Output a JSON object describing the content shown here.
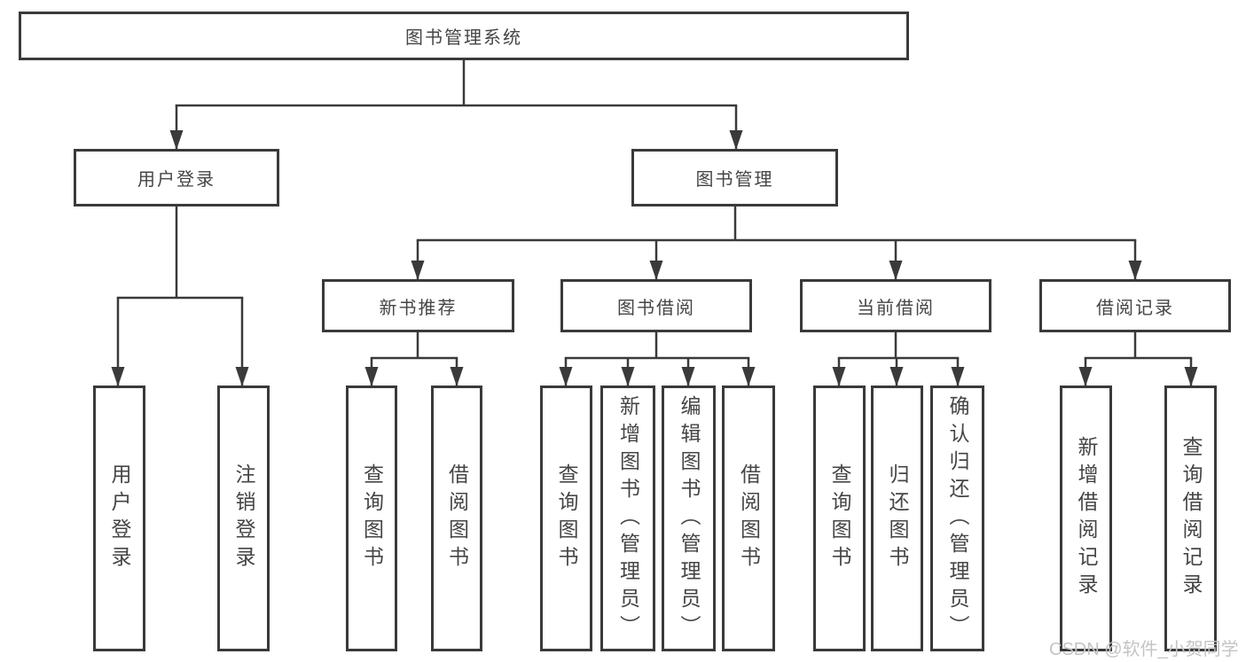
{
  "watermark": "CSDN @软件_小贺同学",
  "colors": {
    "line": "#3a3a3a",
    "text": "#454545",
    "watermark": "#c4c4c4",
    "background": "#ffffff"
  },
  "tree": {
    "label": "图书管理系统",
    "children": [
      {
        "label": "用户登录",
        "children": [
          {
            "label": "用户登录"
          },
          {
            "label": "注销登录"
          }
        ]
      },
      {
        "label": "图书管理",
        "children": [
          {
            "label": "新书推荐",
            "children": [
              {
                "label": "查询图书"
              },
              {
                "label": "借阅图书"
              }
            ]
          },
          {
            "label": "图书借阅",
            "children": [
              {
                "label": "查询图书"
              },
              {
                "label": "新增图书（管理员）"
              },
              {
                "label": "编辑图书（管理员）"
              },
              {
                "label": "借阅图书"
              }
            ]
          },
          {
            "label": "当前借阅",
            "children": [
              {
                "label": "查询图书"
              },
              {
                "label": "归还图书"
              },
              {
                "label": "确认归还（管理员）"
              }
            ]
          },
          {
            "label": "借阅记录",
            "children": [
              {
                "label": "新增借阅记录"
              },
              {
                "label": "查询借阅记录"
              }
            ]
          }
        ]
      }
    ]
  }
}
